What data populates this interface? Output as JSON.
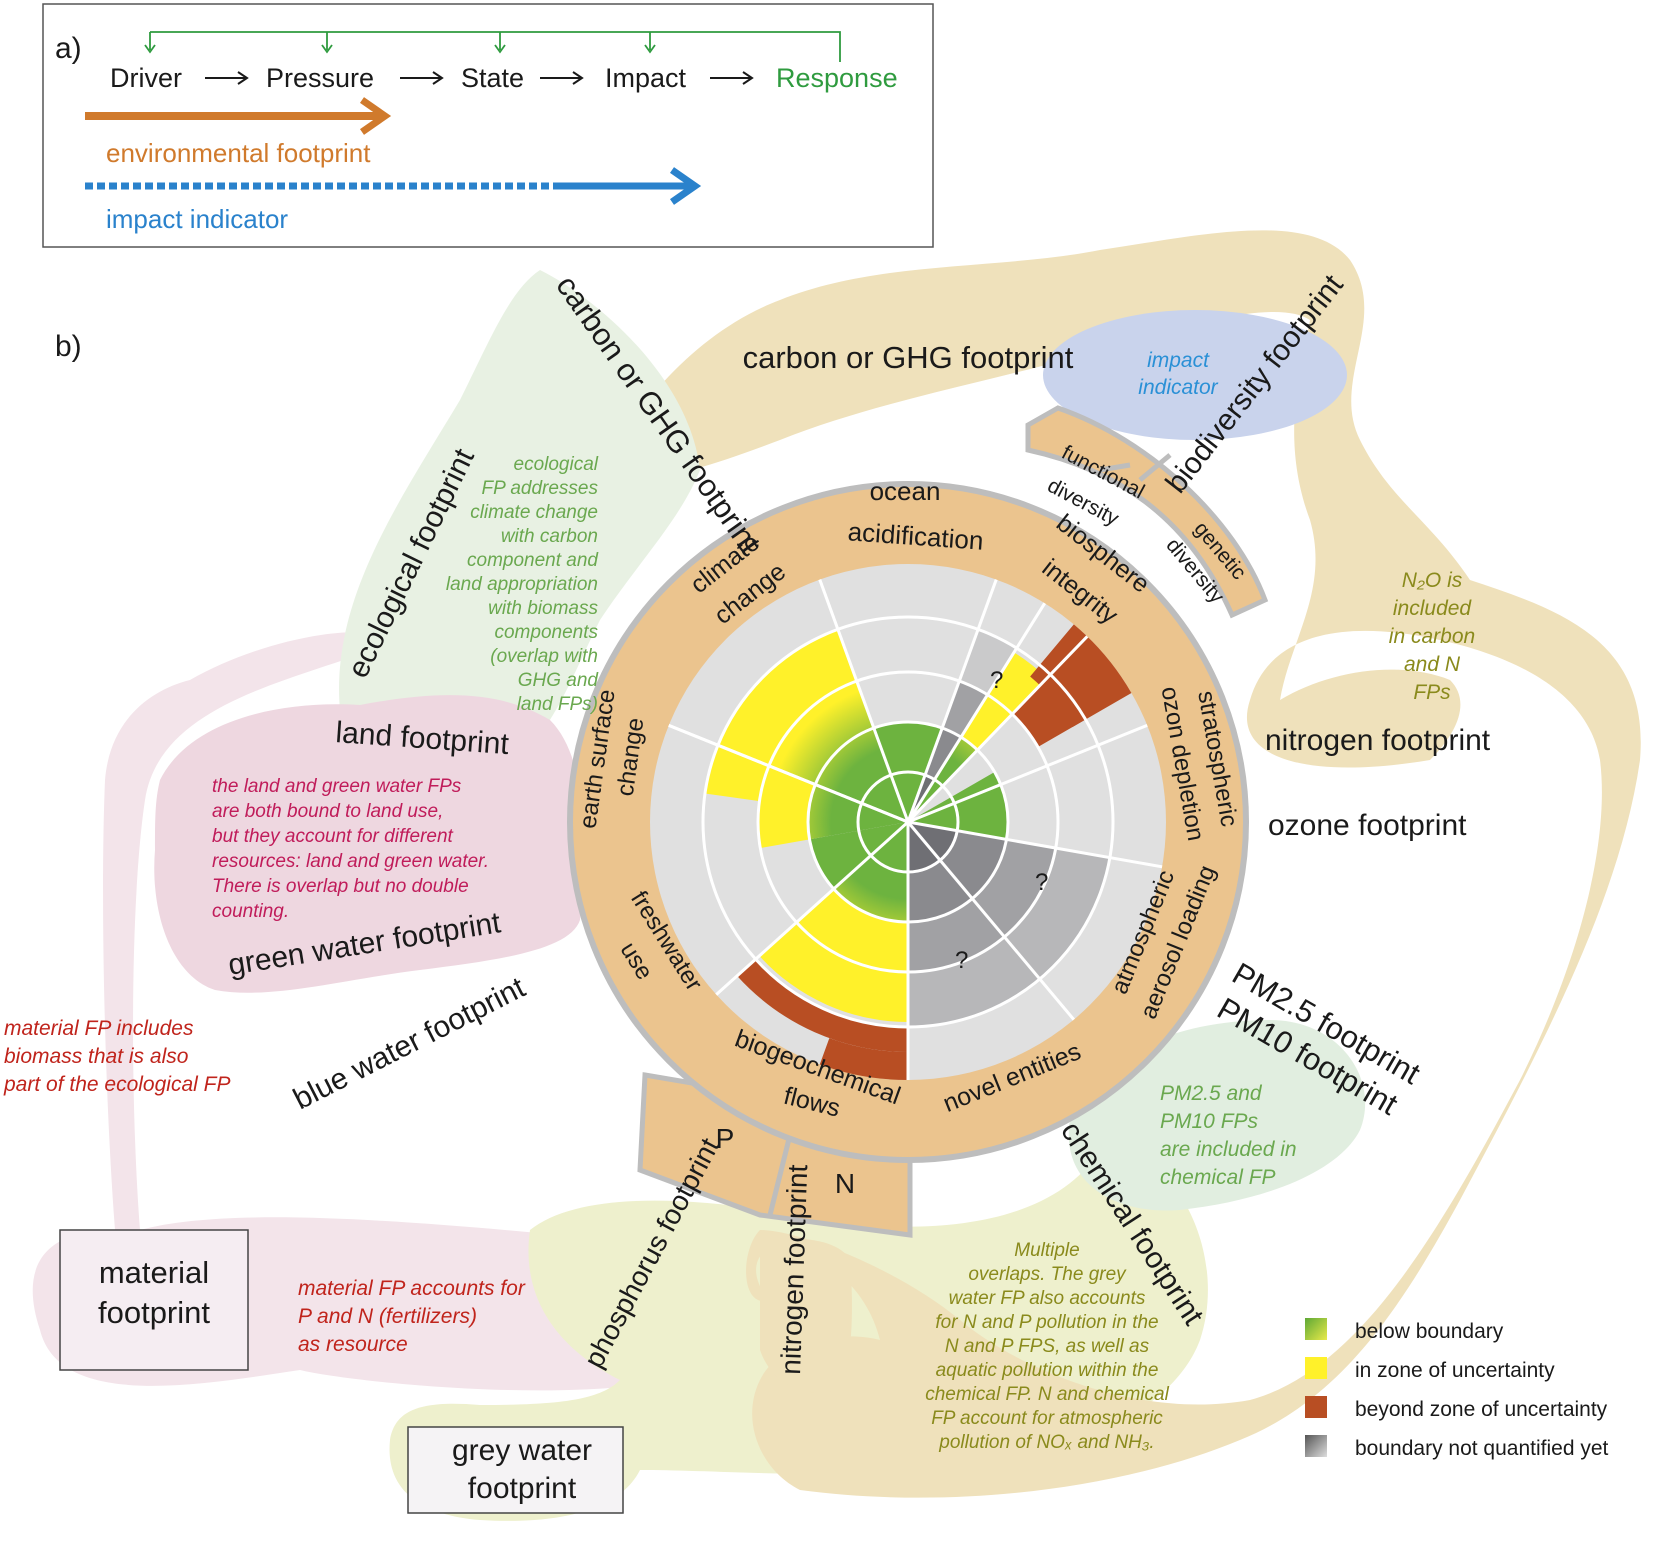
{
  "panel_a": {
    "label": "a)",
    "chain": [
      {
        "label": "Driver",
        "color": "#1a1a1a"
      },
      {
        "label": "Pressure",
        "color": "#1a1a1a"
      },
      {
        "label": "State",
        "color": "#1a1a1a"
      },
      {
        "label": "Impact",
        "color": "#1a1a1a"
      },
      {
        "label": "Response",
        "color": "#2f9b3f"
      }
    ],
    "environmental_footprint": {
      "label": "environmental footprint",
      "color": "#d07a2c",
      "spans": "Driver to Pressure"
    },
    "impact_indicator": {
      "label": "impact indicator",
      "color": "#2a82cc",
      "spans": "Driver to Impact"
    }
  },
  "panel_b": {
    "label": "b)",
    "boundaries": [
      {
        "key": "climate",
        "label": [
          "climate",
          "change"
        ]
      },
      {
        "key": "ocean",
        "label": [
          "ocean",
          "acidification"
        ]
      },
      {
        "key": "biosphere",
        "label": [
          "biosphere",
          "integrity"
        ],
        "sub": [
          [
            "functional",
            "diversity"
          ],
          [
            "genetic",
            "diversity"
          ]
        ]
      },
      {
        "key": "ozone",
        "label": [
          "stratospheric",
          "ozon depletion"
        ]
      },
      {
        "key": "aerosol",
        "label": [
          "atmospheric",
          "aerosol loading"
        ]
      },
      {
        "key": "novel",
        "label": [
          "novel entities"
        ]
      },
      {
        "key": "biogeo",
        "label": [
          "biogeochemical",
          "flows"
        ],
        "sub": [
          [
            "P"
          ],
          [
            "N"
          ]
        ]
      },
      {
        "key": "freshwater",
        "label": [
          "freshwater",
          "use"
        ]
      },
      {
        "key": "land",
        "label": [
          "earth surface",
          "change"
        ]
      }
    ],
    "status_question_mark": "?",
    "footprints": {
      "carbon_top": "carbon or GHG footprint",
      "carbon_left": "carbon or GHG footprint",
      "ecological": "ecological footprint",
      "land": "land footprint",
      "green_water": "green water footprint",
      "blue_water": "blue water footprint",
      "biodiversity": "biodiversity footprint",
      "nitrogen_right": "nitrogen footprint",
      "ozone": "ozone footprint",
      "pm25": "PM2.5 footprint",
      "pm10": "PM10 footprint",
      "chemical": "chemical footprint",
      "phosphorus": "phosphorus footprint",
      "nitrogen_bottom": "nitrogen footprint",
      "material": "material footprint",
      "grey_water": "grey water footprint"
    },
    "notes": {
      "ecological": [
        "ecological",
        "FP addresses",
        "climate change",
        "with carbon",
        "component and",
        "land appropriation",
        "with biomass",
        "components",
        "(overlap with",
        "GHG and",
        "land FPs)"
      ],
      "land_green": [
        "the land and green water FPs",
        "are both bound to land use,",
        "but they account for different",
        "resources: land and green water.",
        "There is overlap but no double",
        "counting."
      ],
      "material_biomass": [
        "material FP includes",
        "biomass that is also",
        "part of the ecological FP"
      ],
      "material_pn": [
        "material FP accounts for",
        "P and N (fertilizers)",
        "as resource"
      ],
      "biodiversity": [
        "impact",
        "indicator"
      ],
      "n2o": [
        "N₂O is",
        "included",
        "in carbon",
        "and N",
        "FPs"
      ],
      "pm": [
        "PM2.5 and",
        "PM10 FPs",
        "are included in",
        "chemical FP"
      ],
      "grey": [
        "Multiple",
        "overlaps. The grey",
        "water FP also accounts",
        "for N and P pollution in the",
        "N and P FPS, as well as",
        "aquatic pollution within the",
        "chemical FP. N and chemical",
        "FP account for atmospheric",
        "pollution of NOₓ and NH₃."
      ]
    },
    "legend": [
      {
        "label": "below boundary",
        "color": "#6db33f"
      },
      {
        "label": "in zone of uncertainty",
        "color": "#fff12a"
      },
      {
        "label": "beyond zone of uncertainty",
        "color": "#b84e23"
      },
      {
        "label": "boundary not quantified yet",
        "color": "#8a8a8a"
      }
    ],
    "colors": {
      "ring": "#ebc48e",
      "ring_border": "#bdbdbd",
      "grid_bg": "#e0e0e0",
      "carbon_band": "#efe1bb",
      "ecological_blob": "#e8f1e3",
      "pink_blob": "#eed7e0",
      "pale_pink": "#f3e4ea",
      "yellowgreen_blob": "#eef0cd",
      "biodiversity_blob": "#c9d3ec",
      "pm_blob": "#e1eee0"
    }
  }
}
